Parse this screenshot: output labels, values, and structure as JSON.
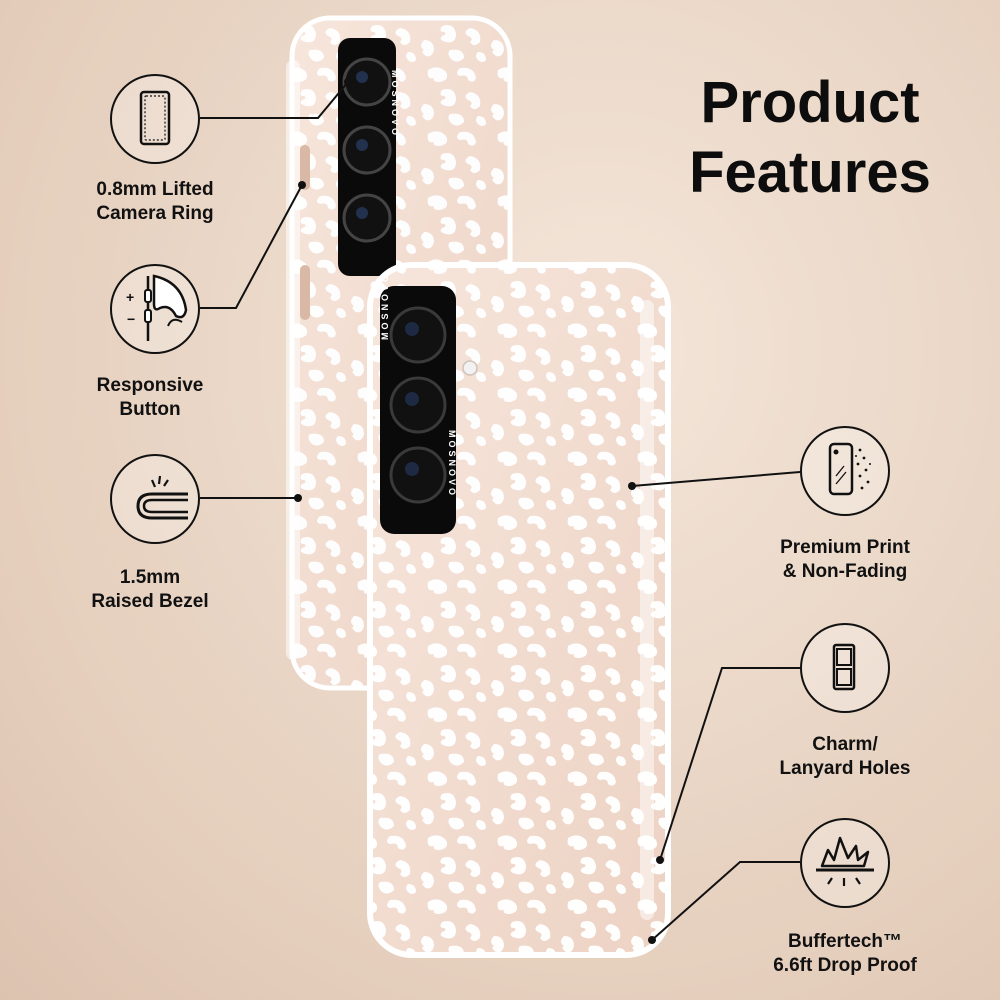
{
  "headline": {
    "line1": "Product",
    "line2": "Features"
  },
  "brand_mark": "MOSNOVO",
  "features": [
    {
      "id": "camera-ring",
      "icon": "phone-outline-icon",
      "line1": "0.8mm Lifted",
      "line2": "Camera Ring"
    },
    {
      "id": "button",
      "icon": "press-button-icon",
      "line1": "Responsive",
      "line2": "Button"
    },
    {
      "id": "bezel",
      "icon": "raised-bezel-icon",
      "line1": "1.5mm",
      "line2": "Raised Bezel"
    },
    {
      "id": "print",
      "icon": "sparkle-print-icon",
      "line1": "Premium Print",
      "line2": "& Non-Fading"
    },
    {
      "id": "holes",
      "icon": "lanyard-holes-icon",
      "line1": "Charm/",
      "line2": "Lanyard Holes"
    },
    {
      "id": "drop",
      "icon": "drop-impact-icon",
      "line1": "Buffertech™",
      "line2": "6.6ft Drop Proof"
    }
  ],
  "colors": {
    "case_tint": "#f3ddd0",
    "print": "#ffffff",
    "camera": "#0a0a0a",
    "ink": "#111111"
  }
}
